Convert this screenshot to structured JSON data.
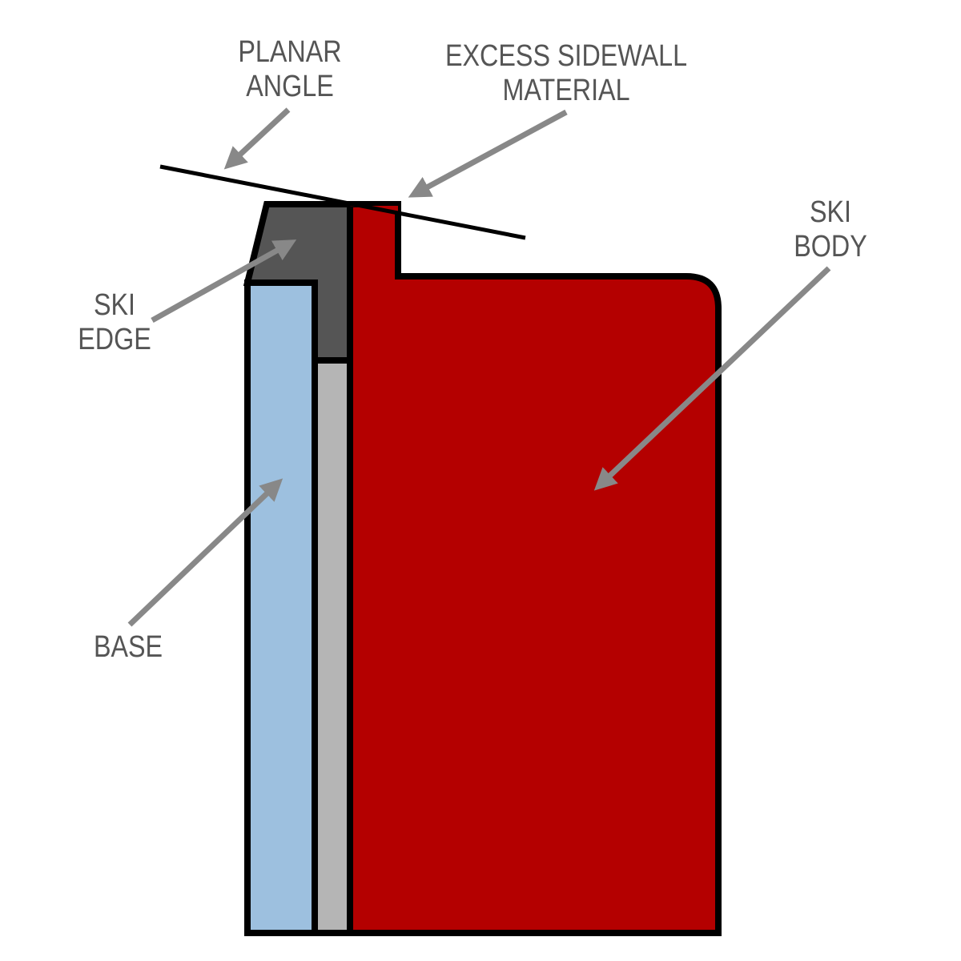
{
  "labels": {
    "planar_angle": [
      "PLANAR",
      "ANGLE"
    ],
    "excess_sidewall": [
      "EXCESS SIDEWALL",
      "MATERIAL"
    ],
    "ski_body": [
      "SKI",
      "BODY"
    ],
    "ski_edge": [
      "SKI",
      "EDGE"
    ],
    "base": [
      "BASE"
    ]
  },
  "colors": {
    "ski_body": "#b40000",
    "ski_edge": "#555555",
    "base": "#9dc0df",
    "sidewall_strip": "#b5b5b5",
    "arrow": "#888888",
    "text": "#555555",
    "outline": "#000000"
  }
}
